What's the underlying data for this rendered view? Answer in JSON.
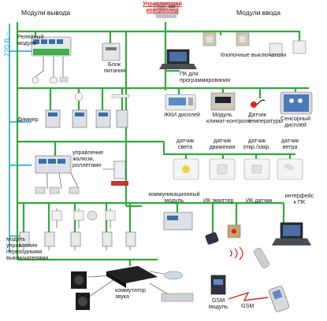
{
  "labels": {
    "output_modules": "Модули вывода",
    "controller_line1": "Управляющий",
    "controller_line2": "контроллер",
    "input_modules": "Модули ввода",
    "voltage": "220 В ~",
    "relay_module_1": "Релейный",
    "relay_module_2": "модуль",
    "power_supply_1": "Блок",
    "power_supply_2": "питания",
    "buttons": "Кнопочные выключатели",
    "pc_1": "ПК для",
    "pc_2": "программирования",
    "lcd": "ЖКИ дисплей",
    "climate_1": "Модуль",
    "climate_2": "климат-контроля",
    "temp_sensor_1": "Датчик",
    "temp_sensor_2": "температуры",
    "touch_display_1": "Сенсорный",
    "touch_display_2": "дисплей",
    "dimmer": "Диммер",
    "sensor_light_1": "датчик",
    "sensor_light_2": "света",
    "sensor_motion_1": "датчик",
    "sensor_motion_2": "движения",
    "sensor_open_1": "датчик",
    "sensor_open_2": "откр./закр.",
    "sensor_wind_1": "датчик",
    "sensor_wind_2": "ветра",
    "blinds_1": "управление",
    "blinds_2": "жалюзи,",
    "blinds_3": "роллетами",
    "comm_1": "коммуникационный",
    "comm_2": "модуль",
    "ir_emitter": "ИК эмиттер",
    "ir_sensor": "ИК датчик",
    "pc_iface_1": "интерфейс",
    "pc_iface_2": "к ПК",
    "pass_switch_1": "модуль",
    "pass_switch_2": "управления",
    "pass_switch_3": "переходными",
    "pass_switch_4": "выключателями",
    "sound_1": "коммутатор",
    "sound_2": "звука",
    "gsm_1": "GSM",
    "gsm_2": "модуль",
    "gsm_link": "GSM"
  },
  "colors": {
    "bus": "#2eab3a",
    "power": "#1a9fd6",
    "accent": "#d8261c"
  }
}
